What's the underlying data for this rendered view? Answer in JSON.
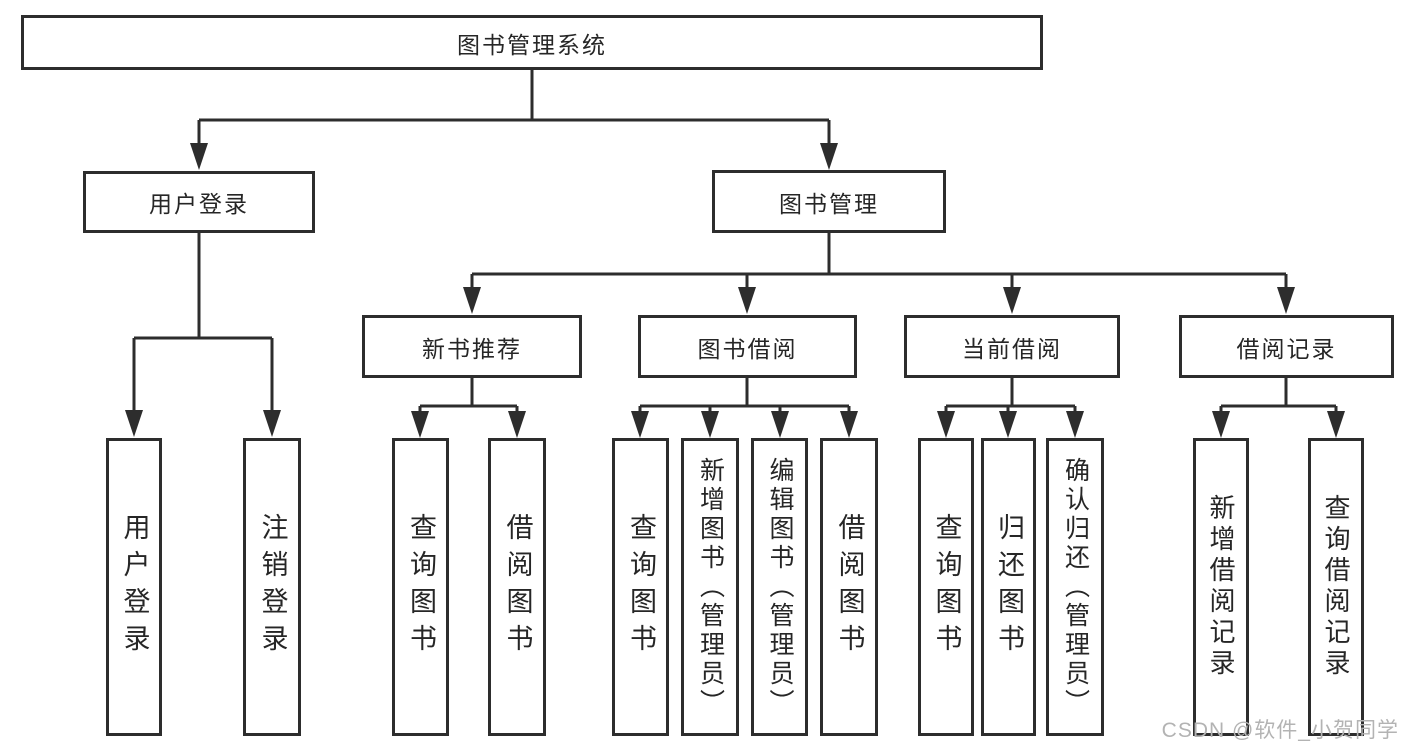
{
  "diagram_title": "图书管理系统",
  "tree": {
    "label": "图书管理系统",
    "children": [
      {
        "label": "用户登录",
        "children": [
          {
            "label": "用户登录"
          },
          {
            "label": "注销登录"
          }
        ]
      },
      {
        "label": "图书管理",
        "children": [
          {
            "label": "新书推荐",
            "children": [
              {
                "label": "查询图书"
              },
              {
                "label": "借阅图书"
              }
            ]
          },
          {
            "label": "图书借阅",
            "children": [
              {
                "label": "查询图书"
              },
              {
                "label": "新增图书（管理员）"
              },
              {
                "label": "编辑图书（管理员）"
              },
              {
                "label": "借阅图书"
              }
            ]
          },
          {
            "label": "当前借阅",
            "children": [
              {
                "label": "查询图书"
              },
              {
                "label": "归还图书"
              },
              {
                "label": "确认归还（管理员）"
              }
            ]
          },
          {
            "label": "借阅记录",
            "children": [
              {
                "label": "新增借阅记录"
              },
              {
                "label": "查询借阅记录"
              }
            ]
          }
        ]
      }
    ]
  },
  "watermark": {
    "text": "CSDN @软件_小贺同学"
  },
  "colors": {
    "line": "#2d2d2d",
    "box_border": "#2d2d2d",
    "box_fill": "#ffffff",
    "text": "#262626",
    "watermark": "#b3b3b3",
    "background": "#ffffff"
  }
}
